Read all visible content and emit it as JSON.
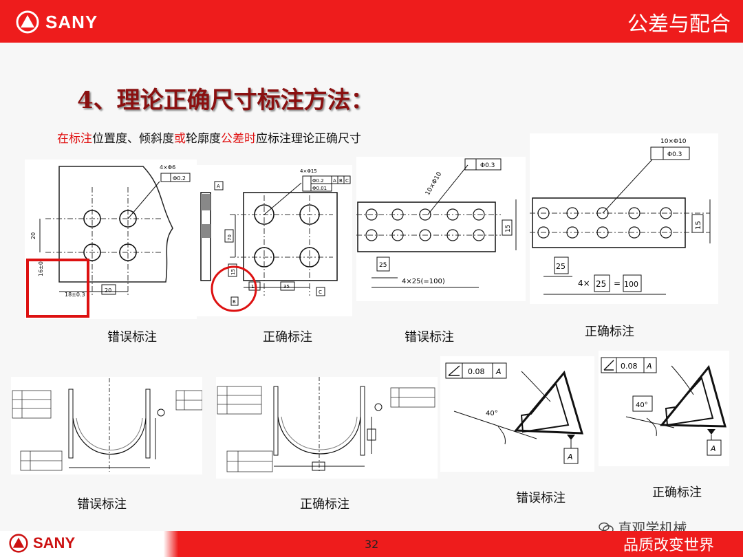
{
  "header": {
    "brand": "SANY",
    "title": "公差与配合"
  },
  "heading": "4、理论正确尺寸标注方法：",
  "subline": {
    "p1": "在标注",
    "p2": "位置度、倾斜度",
    "p3": "或",
    "p4": "轮廓度",
    "p5": "公差时",
    "p6": "应标注理论正确尺寸"
  },
  "figs": {
    "f1": {
      "note": "4×Φ6",
      "frame": "Φ0.2",
      "d20": "20",
      "d16": "16±0.",
      "d18": "18±0.3",
      "d20b": "20"
    },
    "f2": {
      "note": "4×Φ15",
      "fa": "Φ0.2",
      "fb": "Φ0.01",
      "refa": "A",
      "refb": "B",
      "refc": "C",
      "d70": "70",
      "d15": "15",
      "d15b": "15",
      "d35": "35",
      "dB": "B",
      "dC": "C",
      "dA": "A"
    },
    "f3": {
      "note": "10×Φ10",
      "frame": "Φ0.3",
      "d25": "25",
      "d15": "15",
      "dim": "4×25(=100)"
    },
    "f4": {
      "note": "10×Φ10",
      "frame": "Φ0.3",
      "d25": "25",
      "d15": "15",
      "dimx": "4×",
      "dimv": "25",
      "dimeq": "=",
      "dimt": "100"
    },
    "f7": {
      "val": "0.08",
      "ref": "A",
      "angle": "40°",
      "datum": "A"
    },
    "f8": {
      "val": "0.08",
      "ref": "A",
      "angle": "40°",
      "datum": "A"
    }
  },
  "captions": {
    "c1": "错误标注",
    "c2": "正确标注",
    "c3": "错误标注",
    "c4": "正确标注",
    "c5": "错误标注",
    "c6": "正确标注",
    "c7": "错误标注",
    "c8": "正确标注"
  },
  "footer": {
    "brand": "SANY",
    "page": "32",
    "slogan": "品质改变世界",
    "watermark": "直观学机械"
  }
}
